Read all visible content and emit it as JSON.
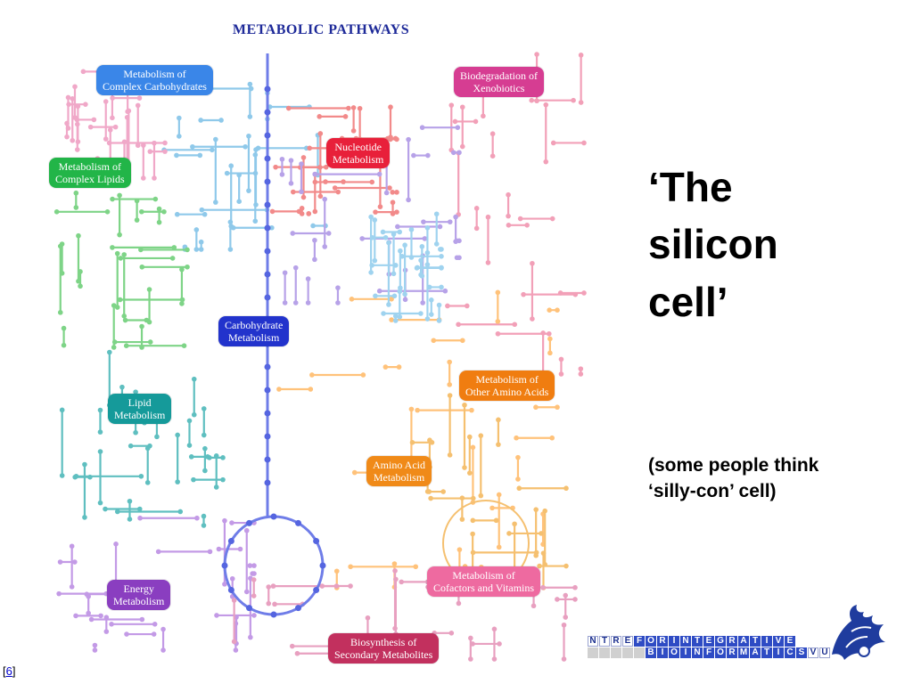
{
  "map": {
    "title": "METABOLIC PATHWAYS",
    "labels": [
      {
        "id": "complex-carbohydrates",
        "text": "Metabolism of\nComplex Carbohydrates",
        "color": "#3a86e8"
      },
      {
        "id": "xenobiotics",
        "text": "Biodegradation of\nXenobiotics",
        "color": "#d63d92"
      },
      {
        "id": "nucleotide",
        "text": "Nucleotide\nMetabolism",
        "color": "#e8203a"
      },
      {
        "id": "complex-lipids",
        "text": "Metabolism of\nComplex Lipids",
        "color": "#22b548"
      },
      {
        "id": "carbohydrate",
        "text": "Carbohydrate\nMetabolism",
        "color": "#2233cc"
      },
      {
        "id": "lipid",
        "text": "Lipid\nMetabolism",
        "color": "#159a9a"
      },
      {
        "id": "other-amino-acids",
        "text": "Metabolism of\nOther Amino Acids",
        "color": "#f07d10"
      },
      {
        "id": "amino-acid",
        "text": "Amino Acid\nMetabolism",
        "color": "#f08a18"
      },
      {
        "id": "cofactors-vitamins",
        "text": "Metabolism of\nCofactors and Vitamins",
        "color": "#ee6aa0"
      },
      {
        "id": "energy",
        "text": "Energy\nMetabolism",
        "color": "#8a3ec0"
      },
      {
        "id": "secondary-metabolites",
        "text": "Biosynthesis of\nSecondary Metabolites",
        "color": "#c2305e"
      }
    ]
  },
  "title_lines": [
    "‘The",
    "silicon",
    "cell’"
  ],
  "note_lines": [
    "(some people think",
    "‘silly-con’ cell)"
  ],
  "logo": {
    "row1": [
      "N",
      "T",
      "R",
      "E",
      "F",
      "O",
      "R",
      "I",
      "N",
      "T",
      "E",
      "G",
      "R",
      "A",
      "T",
      "I",
      "V",
      "E"
    ],
    "row2": [
      "",
      "",
      "",
      "",
      "",
      "B",
      "I",
      "O",
      "I",
      "N",
      "F",
      "O",
      "R",
      "M",
      "A",
      "T",
      "I",
      "C",
      "S",
      "V",
      "U"
    ]
  },
  "slide_number": {
    "open": "[",
    "num": "6",
    "close": "]"
  }
}
